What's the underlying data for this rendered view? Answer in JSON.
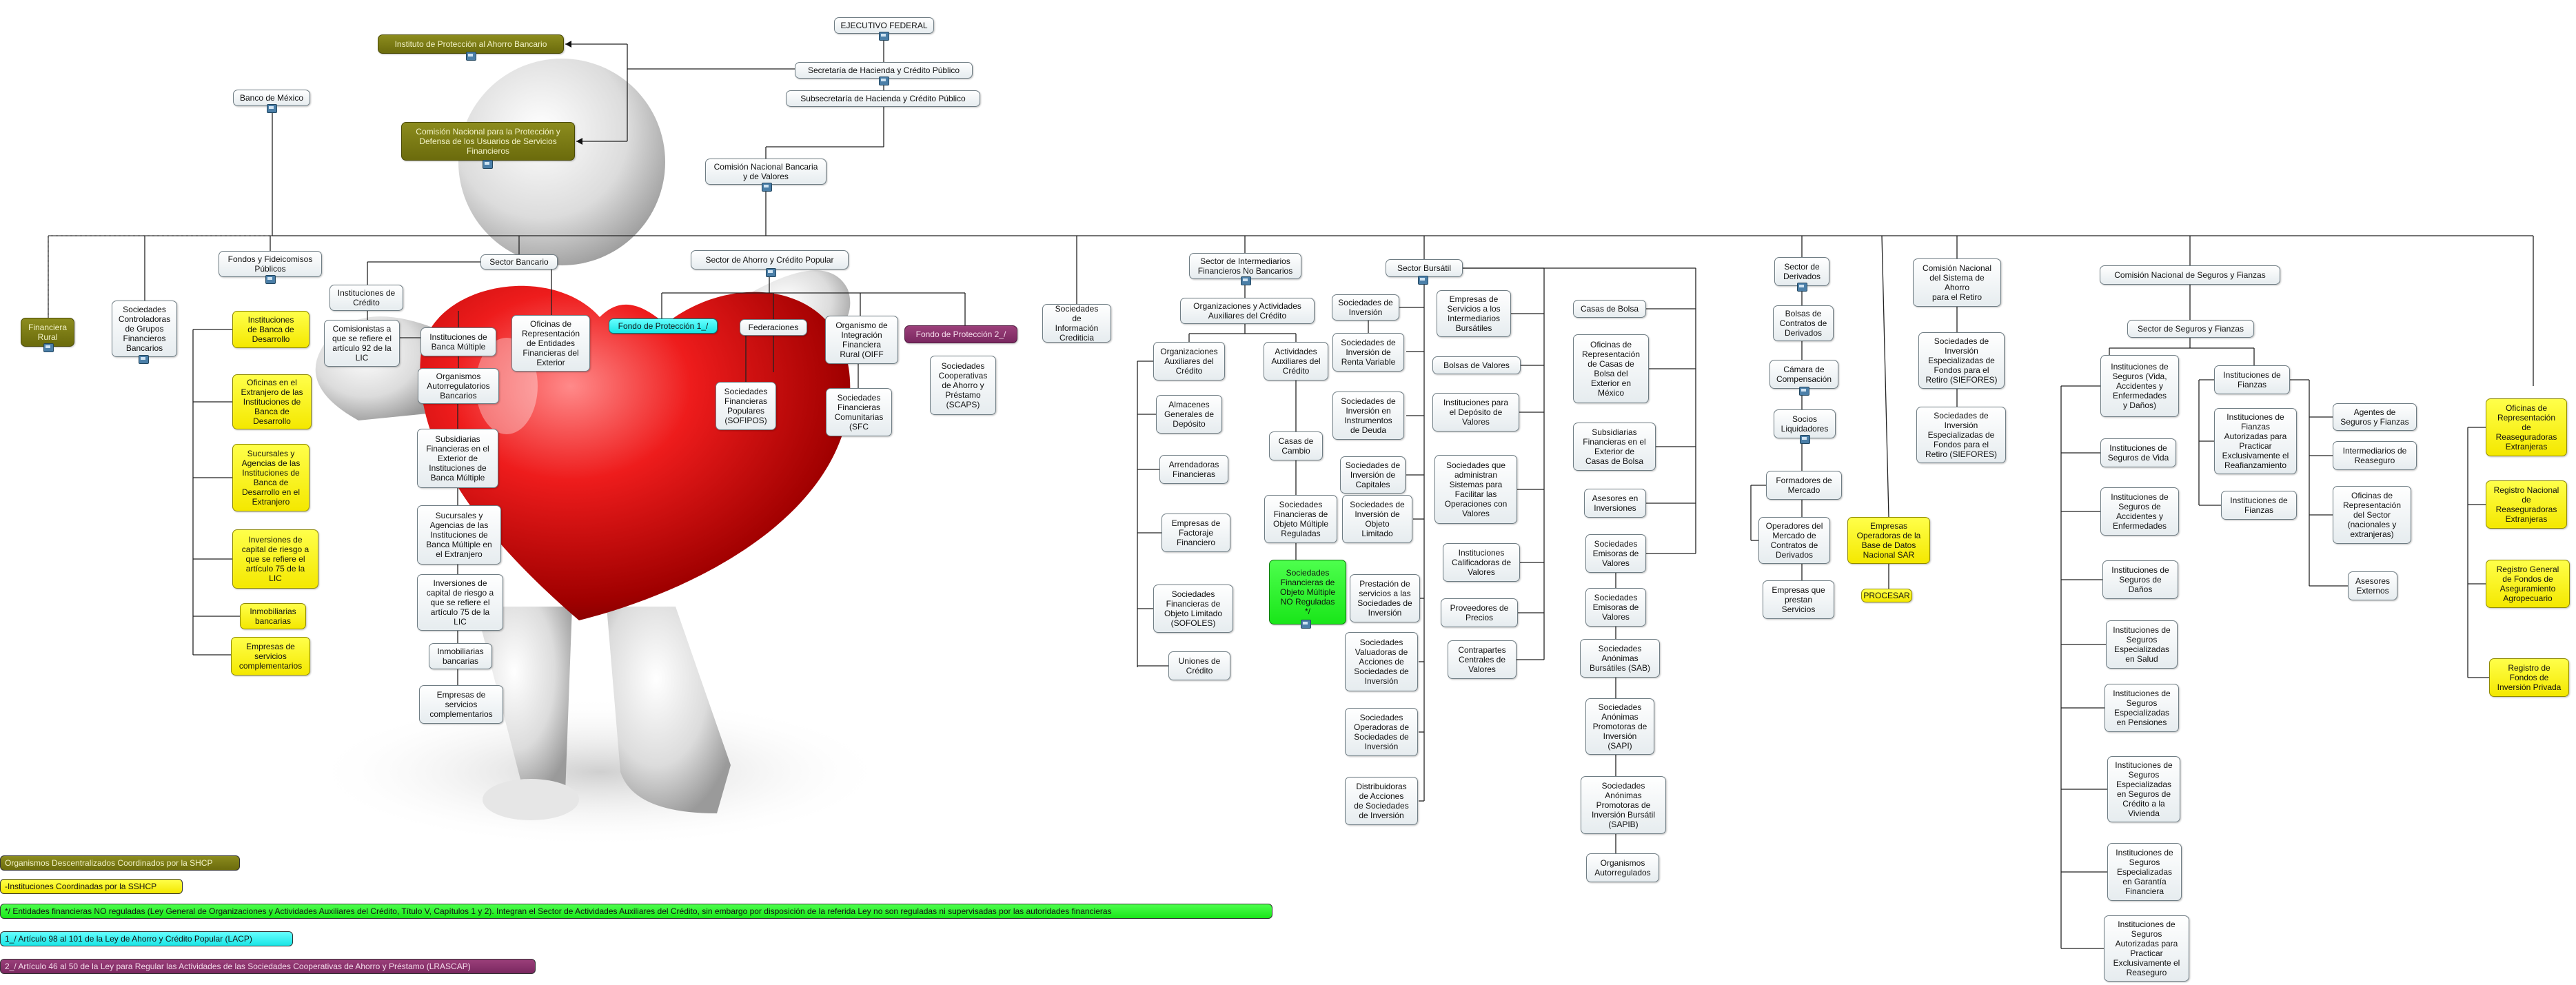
{
  "nodes": {
    "ipab": "Instituto de Protección al Ahorro Bancario",
    "ejecutivo": "EJECUTIVO FEDERAL",
    "shcp": "Secretaría de Hacienda y Crédito Público",
    "subsecretaria": "Subsecretaría de Hacienda y Crédito Público",
    "banxico": "Banco de México",
    "condusef": "Comisión Nacional para la Protección y\nDefensa de los Usuarios de Servicios\nFinancieros",
    "cnbv": "Comisión Nacional Bancaria\ny de Valores",
    "fondos_fideicomisos": "Fondos y Fideicomisos\nPúblicos",
    "sector_bancario": "Sector Bancario",
    "sector_ahorro": "Sector de Ahorro y Crédito Popular",
    "financiera_rural": "Financiera\nRural",
    "soc_controladoras": "Sociedades\nControladoras\nde Grupos\nFinancieros\nBancarios",
    "inst_banca_desarrollo": "Instituciones\nde Banca de\nDesarrollo",
    "oficinas_extranjero_bd": "Oficinas en el\nExtranjero de las\nInstituciones de\nBanca de\nDesarrollo",
    "sucursales_bd": "Sucursales y\nAgencias de las\nInstituciones de\nBanca de\nDesarrollo en el\nExtranjero",
    "inversiones_capital_bd": "Inversiones de\ncapital de riesgo a\nque se refiere el\nartículo 75 de la\nLIC",
    "inmobiliarias_bd": "Inmobiliarias\nbancarias",
    "empresas_serv_bd": "Empresas de\nservicios\ncomplementarios",
    "instituciones_credito": "Instituciones de\nCrédito",
    "comisionistas": "Comisionistas a\nque se refiere el\nartículo 92 de la\nLIC",
    "inst_banca_multiple": "Instituciones de\nBanca Múltiple",
    "org_autorregulatorios": "Organismos\nAutorregulatorios\nBancarios",
    "oficinas_representacion": "Oficinas de\nRepresentación\nde Entidades\nFinancieras del\nExterior",
    "subsidiarias_bm": "Subsidiarias\nFinancieras en el\nExterior de\nInstituciones de\nBanca Múltiple",
    "sucursales_bm": "Sucursales y\nAgencias de las\nInstituciones de\nBanca Múltiple en\nel Extranjero",
    "inversiones_capital_bm": "Inversiones de\ncapital de riesgo a\nque se refiere el\nartículo 75 de la\nLIC",
    "inmobiliarias_bm": "Inmobiliarias\nbancarias",
    "empresas_serv_bm": "Empresas de\nservicios\ncomplementarios",
    "fondo_proteccion_1": "Fondo de Protección 1_/",
    "federaciones": "Federaciones",
    "organismo_integracion": "Organismo de\nIntegración\nFinanciera\nRural (OIFF",
    "fondo_proteccion_2": "Fondo de Protección 2_/",
    "sofipos": "Sociedades\nFinancieras\nPopulares\n(SOFIPOS)",
    "sfc": "Sociedades\nFinancieras\nComunitarias\n(SFC",
    "scaps": "Sociedades\nCooperativas\nde Ahorro y\nPréstamo\n(SCAPS)",
    "soc_info_crediticia": "Sociedades\nde\nInformación\nCrediticia",
    "sector_intermediarios": "Sector de Intermediarios\nFinancieros No Bancarios",
    "org_actividades": "Organizaciones y Actividades\nAuxiliares del Crédito",
    "org_auxiliares": "Organizaciones\nAuxiliares del\nCrédito",
    "almacenes": "Almacenes\nGenerales de\nDepósito",
    "arrendadoras": "Arrendadoras\nFinancieras",
    "factoraje": "Empresas de\nFactoraje\nFinanciero",
    "sofoles": "Sociedades\nFinancieras de\nObjeto Limitado\n(SOFOLES)",
    "uniones": "Uniones de\nCrédito",
    "actividades_auxiliares": "Actividades\nAuxiliares del\nCrédito",
    "casas_cambio": "Casas de\nCambio",
    "sofom_reguladas": "Sociedades\nFinancieras de\nObjeto Múltiple\nReguladas",
    "sofom_no_reguladas": "Sociedades\nFinancieras de\nObjeto Múltiple\nNO Reguladas\n*/",
    "sector_bursatil": "Sector Bursátil",
    "soc_inversion": "Sociedades de\nInversión",
    "si_renta_variable": "Sociedades de\nInversión de\nRenta Variable",
    "si_deuda": "Sociedades de\nInversión en\nInstrumentos\nde Deuda",
    "si_capitales": "Sociedades de\nInversión de\nCapitales",
    "si_objeto_limitado": "Sociedades de\nInversión de\nObjeto\nLimitado",
    "prestacion_servicios": "Prestación de\nservicios a las\nSociedades de\nInversión",
    "valuadoras": "Sociedades\nValuadoras de\nAcciones de\nSociedades de\nInversión",
    "operadoras_si": "Sociedades\nOperadoras de\nSociedades de\nInversión",
    "distribuidoras": "Distribuidoras\nde Acciones\nde Sociedades\nde Inversión",
    "empresas_servicios_bursatiles": "Empresas de\nServicios a los\nIntermediarios\nBursátiles",
    "bolsas_valores": "Bolsas de Valores",
    "deposito_valores": "Instituciones para\nel Depósito de\nValores",
    "sistemas_operaciones": "Sociedades que\nadministran\nSistemas para\nFacilitar las\nOperaciones con\nValores",
    "calificadoras": "Instituciones\nCalificadoras de\nValores",
    "proveedores_precios": "Proveedores de\nPrecios",
    "contrapartes": "Contrapartes\nCentrales de\nValores",
    "casas_bolsa": "Casas de Bolsa",
    "oficinas_casas_bolsa": "Oficinas de\nRepresentación\nde Casas de\nBolsa del\nExterior en\nMéxico",
    "subsidiarias_casas_bolsa": "Subsidiarias\nFinancieras en el\nExterior de\nCasas de Bolsa",
    "asesores_inversiones": "Asesores en\nInversiones",
    "emisoras_valores_1": "Sociedades\nEmisoras de\nValores",
    "emisoras_valores_2": "Sociedades\nEmisoras de\nValores",
    "sab": "Sociedades\nAnónimas\nBursátiles (SAB)",
    "sapi": "Sociedades\nAnónimas\nPromotoras de\nInversión\n(SAPI)",
    "sapib": "Sociedades\nAnónimas\nPromotoras de\nInversión Bursátil\n(SAPIB)",
    "org_autorregulados": "Organismos\nAutorregulados",
    "sector_derivados": "Sector de\nDerivados",
    "bolsas_derivados": "Bolsas de\nContratos de\nDerivados",
    "camara_compensacion": "Cámara de\nCompensación",
    "socios_liquidadores": "Socios\nLiquidadores",
    "formadores_mercado": "Formadores de\nMercado",
    "operadores_mercado": "Operadores del\nMercado de\nContratos de\nDerivados",
    "empresas_servicios_derivados": "Empresas que\nprestan\nServicios",
    "empresas_operadoras_sar": "Empresas\nOperadoras de la\nBase de Datos\nNacional SAR",
    "procesar": "PROCESAR",
    "consar": "Comisión Nacional\ndel Sistema de\nAhorro\npara el Retiro",
    "siefores_1": "Sociedades de\nInversión\nEspecializadas de\nFondos para el\nRetiro (SIEFORES)",
    "siefores_2": "Sociedades de Inversión\nEspecializadas de\nFondos para el\nRetiro (SIEFORES)",
    "cnsf": "Comisión Nacional de Seguros y Fianzas",
    "sector_seguros": "Sector de Seguros y Fianzas",
    "inst_seguros": "Instituciones de\nSeguros (Vida,\nAccidentes y\nEnfermedades\ny Daños)",
    "seguros_vida": "Instituciones de\nSeguros de Vida",
    "seguros_accidentes": "Instituciones de\nSeguros de\nAccidentes y\nEnfermedades",
    "seguros_danos": "Instituciones de\nSeguros de\nDaños",
    "seguros_salud": "Instituciones de\nSeguros\nEspecializadas\nen Salud",
    "seguros_pensiones": "Instituciones de\nSeguros\nEspecializadas\nen Pensiones",
    "seguros_credito_vivienda": "Instituciones de\nSeguros\nEspecializadas\nen Seguros de\nCrédito a la\nVivienda",
    "seguros_garantia": "Instituciones de\nSeguros\nEspecializadas\nen Garantía\nFinanciera",
    "seguros_reaseguro": "Instituciones de\nSeguros\nAutorizadas para\nPracticar\nExclusivamente el\nReaseguro",
    "inst_fianzas": "Instituciones de\nFianzas",
    "fianzas_refianzamiento": "Instituciones de\nFianzas\nAutorizadas para\nPracticar\nExclusivamente el\nReafianzamiento",
    "inst_fianzas_2": "Instituciones de\nFianzas",
    "agentes_seguros": "Agentes de\nSeguros y Fianzas",
    "intermediarios_reaseguro": "Intermediarios de\nReaseguro",
    "oficinas_seguros": "Oficinas de\nRepresentación\ndel Sector\n(nacionales y\nextranjeras)",
    "asesores_externos": "Asesores\nExternos",
    "oficinas_reaseguradoras": "Oficinas de\nRepresentación\nde\nReaseguradoras\nExtranjeras",
    "registro_reaseguradoras": "Registro Nacional\nde\nReaseguradoras\nExtranjeras",
    "registro_fondos": "Registro General\nde Fondos de\nAseguramiento\nAgropecuario",
    "registro_fondos_privada": "Registro de\nFondos de\nInversión Privada"
  },
  "legend": {
    "olive": "Organismos Descentralizados Coordinados por la SHCP",
    "yellow": "-Instituciones Coordinadas por la SSHCP",
    "green": "*/ Entidades financieras NO reguladas (Ley General de Organizaciones y Actividades Auxiliares del Crédito, Título V, Capítulos 1 y 2). Integran el Sector de Actividades Auxiliares del Crédito, sin embargo por disposición de la referida Ley no son reguladas ni supervisadas por las autoridades financieras",
    "cyan": "1_/ Artículo 98 al 101 de la Ley de Ahorro y Crédito Popular (LACP)",
    "purple": "2_/ Artículo 46 al 50 de la Ley para Regular las Actividades de las Sociedades Cooperativas de Ahorro y Préstamo (LRASCAP)"
  },
  "colors": {
    "olive": "#7a7a14",
    "yellow": "#ffff22",
    "green": "#22ee22",
    "cyan": "#33eeee",
    "purple": "#8a3070",
    "line": "#222222"
  }
}
